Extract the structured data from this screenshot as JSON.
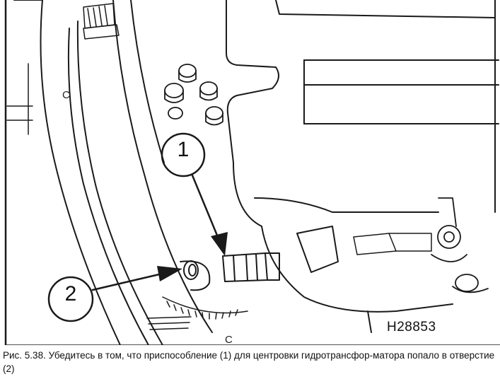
{
  "figure": {
    "code": "H28853",
    "callouts": [
      {
        "number": "1"
      },
      {
        "number": "2"
      }
    ],
    "letters": [
      "C",
      "C"
    ]
  },
  "caption": "Рис. 5.38. Убедитесь в том, что приспособление (1) для центровки гидротрансфор-матора попало в отверстие (2)"
}
